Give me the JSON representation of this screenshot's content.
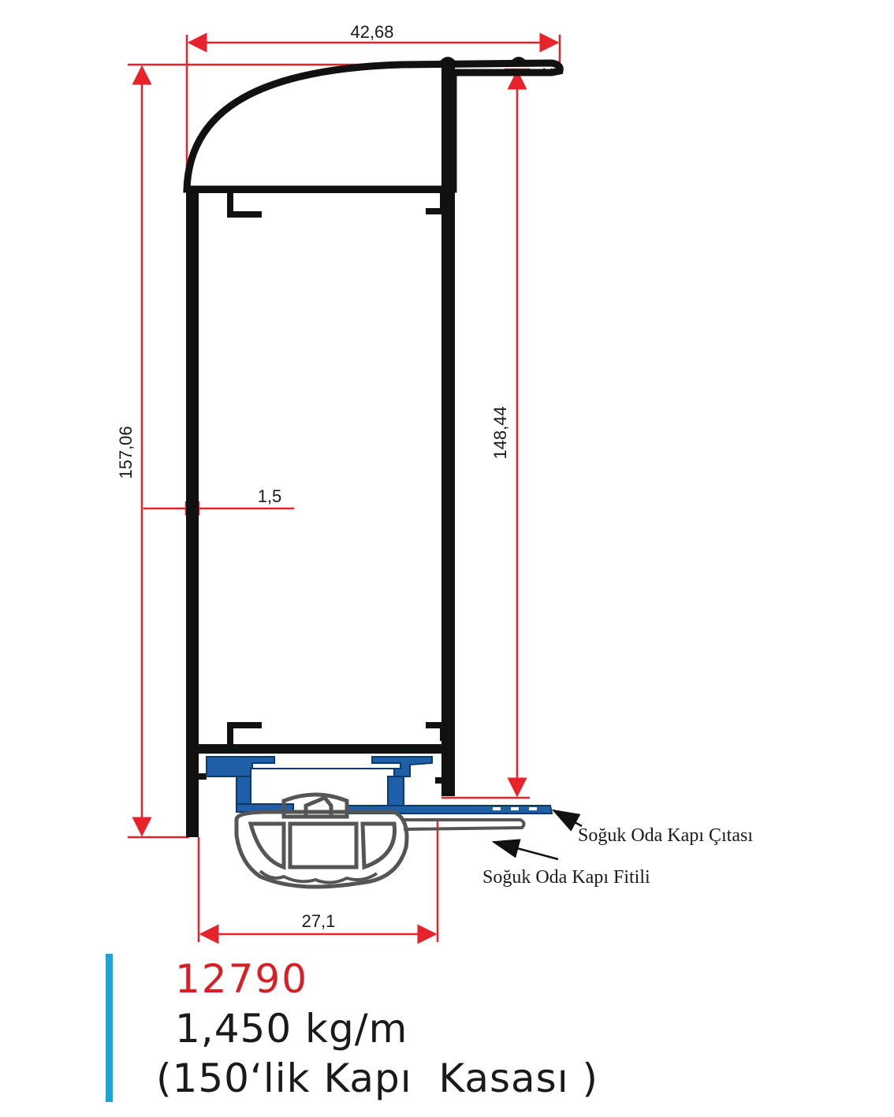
{
  "dimensions": {
    "top_width": "42,68",
    "left_height": "157,06",
    "right_height": "148,44",
    "wall_thickness": "1,5",
    "bottom_width": "27,1"
  },
  "callouts": {
    "strip": "Soğuk Oda Kapı Çıtası",
    "gasket": "Soğuk Oda Kapı Fitili"
  },
  "product": {
    "code": "12790",
    "weight": "1,450 kg/m",
    "description": "(150‘lik Kapı  Kasası )"
  },
  "colors": {
    "dimension_line": "#e8222b",
    "profile": "#111111",
    "strip": "#1e5fa8",
    "gasket_outline": "#555555",
    "accent_bar": "#1aa7d8",
    "code_text": "#d91f26"
  }
}
